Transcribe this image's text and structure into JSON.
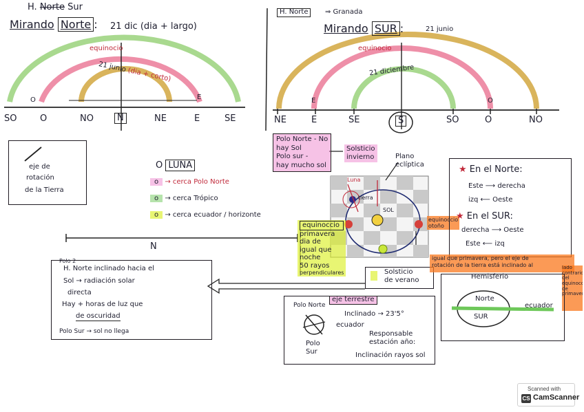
{
  "colors": {
    "ink": "#1d1d2e",
    "red": "#c0293a",
    "arc_green": "#a9d98f",
    "arc_pink": "#ee8fa8",
    "arc_tan": "#d9b45c",
    "highlight_pink": "#ec78c8",
    "highlight_yellow": "#dcf028",
    "highlight_orange": "#fa781e"
  },
  "left_panel": {
    "header_h": "H.",
    "header_norte": "Norte",
    "header_sur": "Sur",
    "mirando_label": "Mirando",
    "mirando_dir": "Norte",
    "date_note": "21 dic  (dia + largo)",
    "equinox_label": "equinocio",
    "june_label": "21 junio",
    "june_note": "(dia + corto)",
    "o_marker": "O",
    "e_marker": "E",
    "cardinals": [
      "SO",
      "O",
      "NO",
      "N",
      "NE",
      "E",
      "SE"
    ]
  },
  "right_panel": {
    "header_norte": "H. Norte",
    "arrow_note": "⇒ Granada",
    "mirando_label": "Mirando",
    "mirando_dir": "SUR",
    "june_note": "21 junio",
    "equinox_label": "equinocio",
    "december_label": "21 diciembre",
    "e_marker": "E",
    "o_marker": "O",
    "cardinals": [
      "NE",
      "E",
      "SE",
      "S",
      "SO",
      "O",
      "NO"
    ]
  },
  "axis_box": {
    "line1": "eje de",
    "line2": "rotación",
    "line3": "de la Tierra"
  },
  "moon_legend": {
    "title": "LUNA",
    "items": [
      {
        "text": "cerca Polo Norte"
      },
      {
        "text": "cerca Trópico"
      },
      {
        "text": "cerca ecuador / horizonte"
      }
    ]
  },
  "axis_line_label": "N",
  "polo_note": {
    "line1": "Polo Norte - No",
    "line2": "hay Sol",
    "line3": "Polo sur -",
    "line4": "hay mucho sol"
  },
  "solsticio_invierno": {
    "line1": "Solsticio",
    "line2": "invierno"
  },
  "plano": {
    "line1": "Plano",
    "line2": "eclíptica"
  },
  "orbit_labels": {
    "luna": "Luna",
    "tierra": "tierra",
    "sol": "SOL"
  },
  "equinox_box": {
    "line1": "equinoccio",
    "line2": "primavera",
    "line3": "dia de",
    "line4": "igual que",
    "line5": "noche",
    "line6": "50 rayos",
    "line7": "perpendiculares"
  },
  "equinox_autumn": {
    "line1": "equinoccio",
    "line2": "otoño"
  },
  "solsticio_verano": {
    "line1": "Solsticio",
    "line2": "de verano"
  },
  "polo2_box": {
    "prefix": "Polo 2",
    "line1": "H. Norte inclinado hacia el",
    "line2": "Sol → radiación solar",
    "line3": "directa",
    "line4": "Hay + horas de luz que",
    "line5": "de oscuridad",
    "line6": "Polo Sur → sol no llega"
  },
  "right_rules": {
    "norte_title": "En el Norte:",
    "norte_rule1_left": "Este",
    "norte_rule1_right": "derecha",
    "norte_rule2_left": "izq",
    "norte_rule2_right": "Oeste",
    "sur_title": "En el SUR:",
    "sur_rule1_left": "derecha",
    "sur_rule1_right": "Oeste",
    "sur_rule2_left": "Este",
    "sur_rule2_right": "izq"
  },
  "orange_note": {
    "line1": "igual que primavera, pero el eje de",
    "line2": "rotación de la tierra está inclinado al",
    "side": "lado contrario del equinoccio de primavera"
  },
  "hemisferio_box": {
    "title": "Hemisferio",
    "norte": "Norte",
    "sur": "SUR",
    "ecuador": "ecuador"
  },
  "eje_box": {
    "title": "eje terrestre",
    "polo_norte": "Polo Norte",
    "polo_sur_1": "Polo",
    "polo_sur_2": "Sur",
    "inclinado": "Inclinado → 23'5°",
    "ecuador": "ecuador",
    "responsable_1": "Responsable",
    "responsable_2": "estación año:",
    "inclinacion": "Inclinación rayos sol"
  },
  "badge": {
    "scanned": "Scanned with",
    "cs": "CS",
    "app": "CamScanner"
  }
}
